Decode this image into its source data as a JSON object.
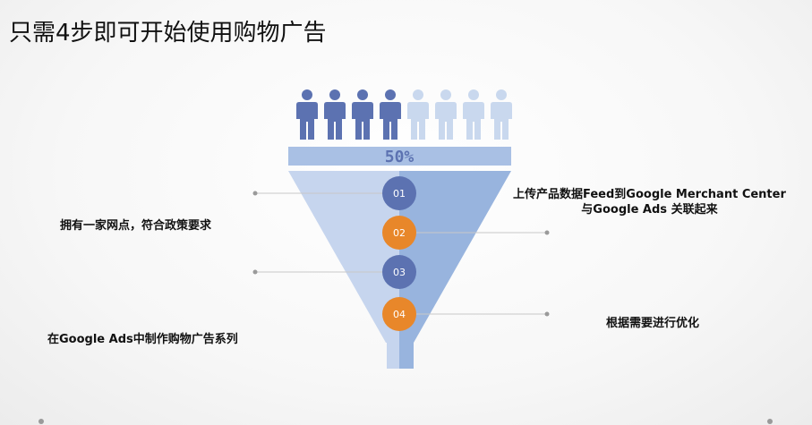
{
  "title": "只需4步即可开始使用购物广告",
  "funnel": {
    "percent_label": "50%",
    "people_total": 8,
    "people_filled": 4,
    "colors": {
      "people_filled": "#5c72b1",
      "people_light": "#c9d8ee",
      "funnel_left": "#c6d5ee",
      "funnel_right": "#98b4de",
      "bar": "#a9c0e4",
      "percent_text": "#5c72b1"
    }
  },
  "steps": [
    {
      "number": "01",
      "color": "#5c72b1",
      "lines": [
        "拥有一家网点，符合政策要求"
      ]
    },
    {
      "number": "02",
      "color": "#e8872a",
      "lines": [
        "上传产品数据Feed到Google Merchant Center",
        "与Google Ads 关联起来"
      ]
    },
    {
      "number": "03",
      "color": "#5c72b1",
      "lines": [
        "在Google Ads中制作购物广告系列"
      ]
    },
    {
      "number": "04",
      "color": "#e8872a",
      "lines": [
        "根据需要进行优化"
      ]
    }
  ]
}
